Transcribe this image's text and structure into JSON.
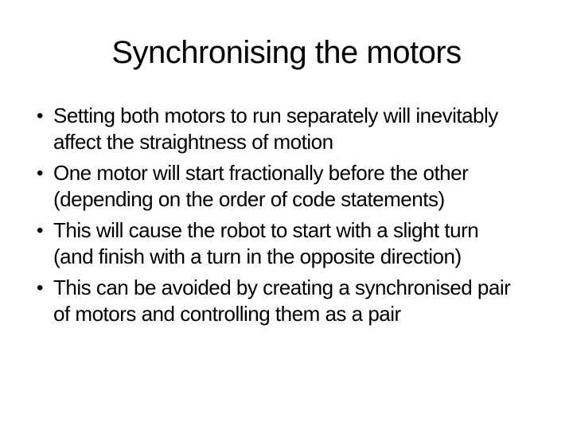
{
  "slide": {
    "title": "Synchronising the motors",
    "bullet_char": "•",
    "bullets": [
      {
        "text": "Setting both motors to run separately will inevitably\naffect the straightness of motion"
      },
      {
        "text": "One motor will start fractionally before the other\n(depending on the order of code statements)"
      },
      {
        "text": "This will cause the robot to start with a slight turn\n(and finish with a turn in the opposite direction)"
      },
      {
        "text": "This can be avoided by creating a synchronised pair\nof motors and controlling them as a pair"
      }
    ],
    "colors": {
      "background": "#ffffff",
      "text": "#000000"
    }
  }
}
